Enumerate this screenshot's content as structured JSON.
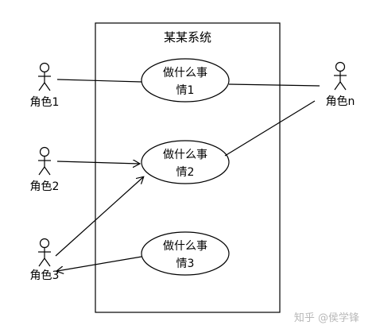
{
  "system": {
    "title": "某某系统"
  },
  "actors": [
    {
      "id": "a1",
      "label": "角色1"
    },
    {
      "id": "a2",
      "label": "角色2"
    },
    {
      "id": "a3",
      "label": "角色3"
    },
    {
      "id": "an",
      "label": "角色n"
    }
  ],
  "use_cases": [
    {
      "id": "u1",
      "line1": "做什么事",
      "line2": "情1"
    },
    {
      "id": "u2",
      "line1": "做什么事",
      "line2": "情2"
    },
    {
      "id": "u3",
      "line1": "做什么事",
      "line2": "情3"
    }
  ],
  "watermark": {
    "text": "知乎 @侯学锋"
  }
}
